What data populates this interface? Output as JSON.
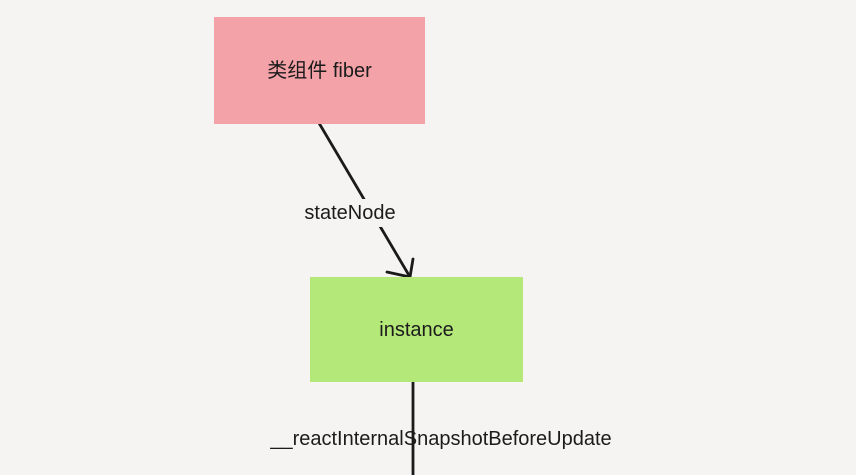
{
  "canvas": {
    "background_color": "#f5f4f2",
    "text_color": "#1b1b1b",
    "line_color": "#1a1a1a"
  },
  "nodes": [
    {
      "id": "fiber",
      "label": "类组件 fiber",
      "fill": "#f3a2a7"
    },
    {
      "id": "instance",
      "label": "instance",
      "fill": "#b4e878"
    }
  ],
  "edges": [
    {
      "from": "fiber",
      "to": "instance",
      "label": "stateNode",
      "style": "arrow"
    },
    {
      "from": "instance",
      "to": "",
      "label": "__reactInternalSnapshotBeforeUpdate",
      "style": "line"
    }
  ]
}
